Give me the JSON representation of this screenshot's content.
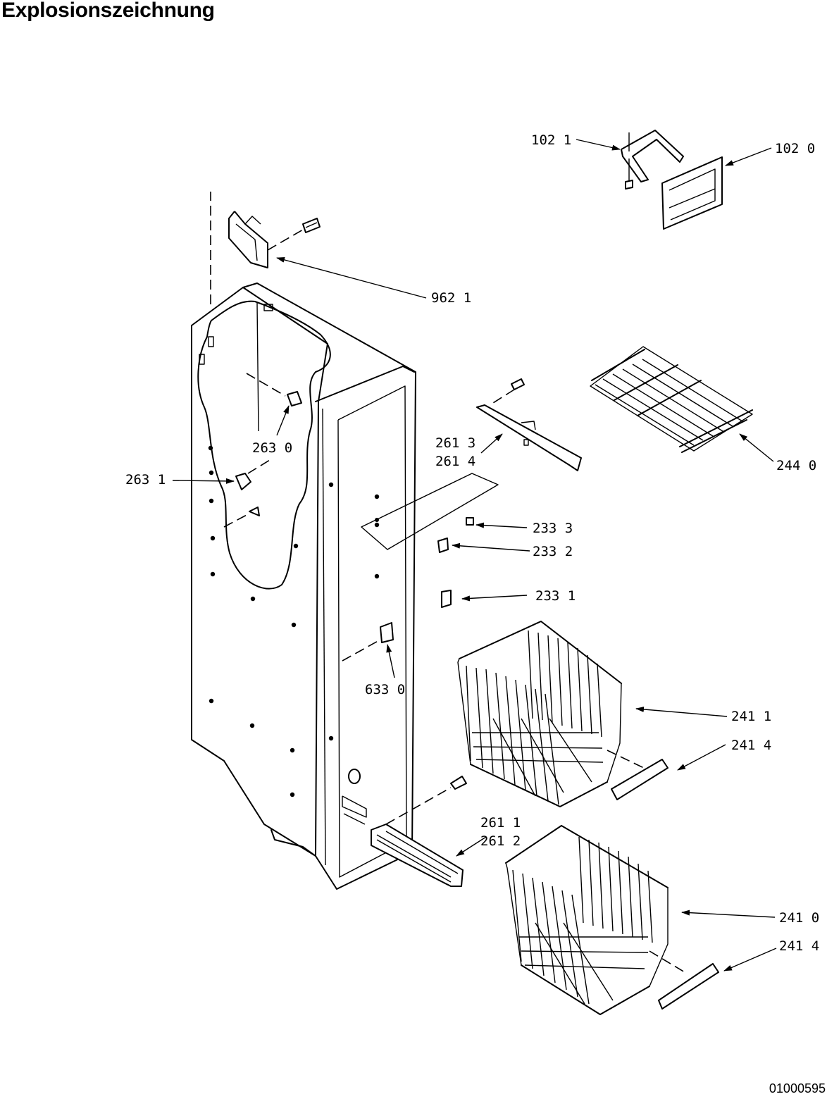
{
  "title": "Explosionszeichnung",
  "document_number": "01000595",
  "callouts": {
    "c1021": "102  1",
    "c1020": "102  0",
    "c9621": "962  1",
    "c2630": "263  0",
    "c2631": "263  1",
    "c2613": "261  3",
    "c2614": "261  4",
    "c2440": "244  0",
    "c2333": "233  3",
    "c2332": "233  2",
    "c2331": "233  1",
    "c6330": "633  0",
    "c2411": "241  1",
    "c2414a": "241  4",
    "c2611": "261  1",
    "c2612": "261  2",
    "c2410": "241  0",
    "c2414b": "241  4"
  }
}
